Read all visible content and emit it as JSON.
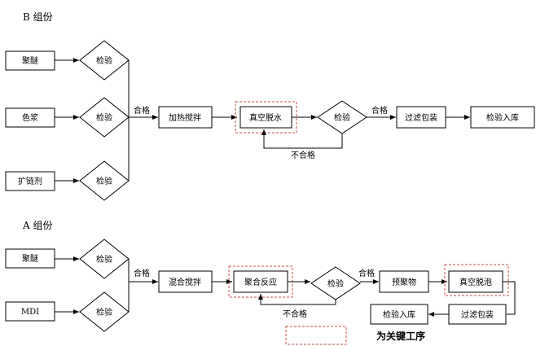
{
  "groupB": {
    "title": "B 组份",
    "materials": [
      "聚醚",
      "色浆",
      "扩链剂"
    ],
    "inspect": "检验",
    "pass": "合格",
    "step_heat_mix": "加热搅拌",
    "step_vacuum_dewater": "真空脱水",
    "inspect2": "检验",
    "fail": "不合格",
    "pass2": "合格",
    "step_filter_pack": "过滤包装",
    "step_inspect_store": "检验入库"
  },
  "groupA": {
    "title": "A 组份",
    "materials": [
      "聚醚",
      "MDI"
    ],
    "inspect": "检验",
    "pass": "合格",
    "step_mix": "混合搅拌",
    "step_polymerize": "聚合反应",
    "inspect2": "检验",
    "fail": "不合格",
    "pass2": "合格",
    "step_prepolymer": "预聚物",
    "step_vacuum_defoam": "真空脱泡",
    "step_filter_pack": "过滤包装",
    "step_inspect_store": "检验入库"
  },
  "legend": {
    "key_process": "为关键工序"
  },
  "colors": {
    "key_process_border": "#c0504d",
    "line": "#000000"
  }
}
